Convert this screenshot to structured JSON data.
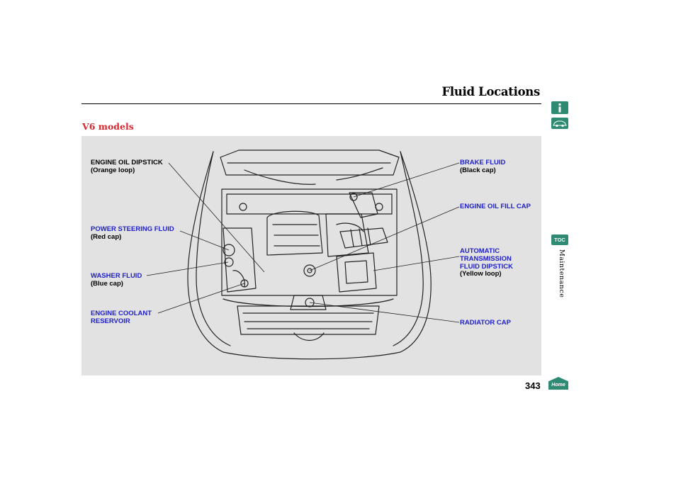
{
  "page": {
    "title": "Fluid Locations",
    "section_heading": "V6 models",
    "page_number": "343",
    "side_tab": "Maintenance"
  },
  "nav": {
    "toc_label": "TOC",
    "home_label": "Home",
    "info_icon": "info-icon",
    "car_icon": "car-icon"
  },
  "callouts": {
    "engine_oil_dipstick": {
      "label": "ENGINE OIL DIPSTICK",
      "sub": "(Orange loop)"
    },
    "power_steering_fluid": {
      "label": "POWER STEERING FLUID",
      "sub": "(Red cap)"
    },
    "washer_fluid": {
      "label": "WASHER FLUID",
      "sub": "(Blue cap)"
    },
    "engine_coolant_reservoir": {
      "line1": "ENGINE COOLANT",
      "line2": "RESERVOIR"
    },
    "brake_fluid": {
      "label": "BRAKE FLUID",
      "sub": "(Black cap)"
    },
    "engine_oil_fill_cap": {
      "label": "ENGINE OIL FILL CAP"
    },
    "automatic_transmission": {
      "line1": "AUTOMATIC",
      "line2": "TRANSMISSION",
      "line3": "FLUID DIPSTICK",
      "sub": "(Yellow loop)"
    },
    "radiator_cap": {
      "label": "RADIATOR CAP"
    }
  },
  "colors": {
    "accent_red": "#d8282f",
    "label_blue": "#1f1fc8",
    "nav_green": "#2f8a74",
    "figure_bg": "#e2e2e2"
  }
}
